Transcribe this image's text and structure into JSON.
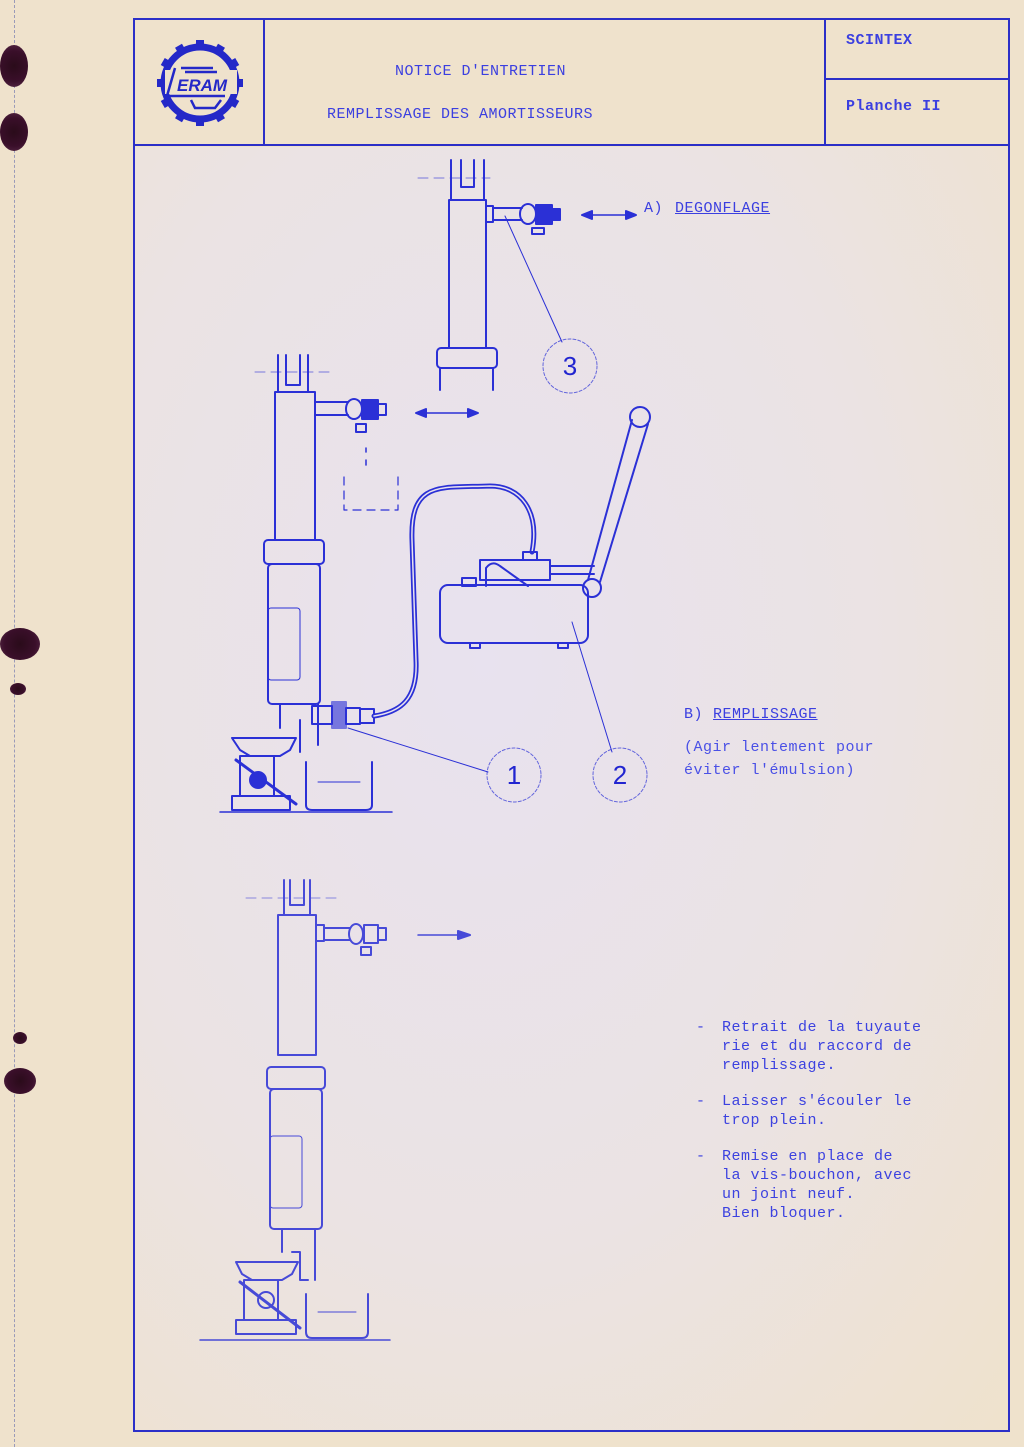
{
  "document": {
    "type": "maintenance-sheet",
    "colors": {
      "paper": "#efe2cc",
      "ink": "#2b2fc8",
      "binder_hole": "#3a0f2a"
    }
  },
  "header": {
    "logo": {
      "text": "ERAM",
      "icon": "gear-logo-icon"
    },
    "title_line_1": "NOTICE D'ENTRETIEN",
    "title_line_2": "REMPLISSAGE DES AMORTISSEURS",
    "company": "SCINTEX",
    "plate": "Planche II"
  },
  "figures": [
    {
      "id": "figure-deflation",
      "step_label": "A)",
      "step_title": "DEGONFLAGE",
      "arrow": "double-arrow",
      "callouts": [
        "3"
      ]
    },
    {
      "id": "figure-filling",
      "step_label": "B)",
      "step_title": "REMPLISSAGE",
      "note": "(Agir lentement pour\néviter l'émulsion)",
      "arrow": "double-arrow",
      "callouts": [
        "1",
        "2"
      ]
    },
    {
      "id": "figure-finish",
      "arrow": "right-arrow",
      "steps": [
        {
          "bullet": "-",
          "text": "Retrait de la tuyaute\nrie et du raccord de\nremplissage."
        },
        {
          "bullet": "-",
          "text": "Laisser s'écouler le\ntrop plein."
        },
        {
          "bullet": "-",
          "text": "Remise en place de\nla vis-bouchon, avec\nun joint neuf.\nBien bloquer."
        }
      ]
    }
  ]
}
